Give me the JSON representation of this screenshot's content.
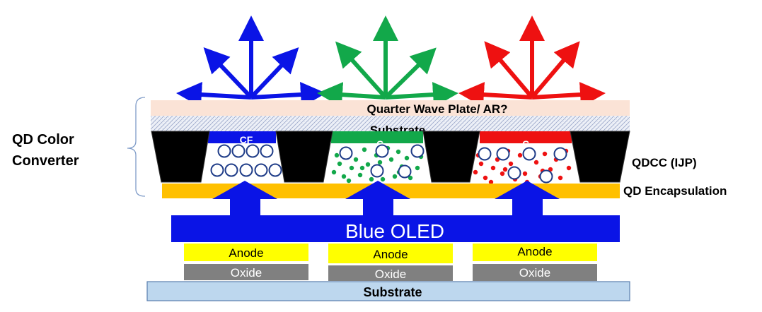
{
  "labels": {
    "qd_color_converter_line1": "QD Color",
    "qd_color_converter_line2": "Converter",
    "quarter_wave_plate": "Quarter Wave Plate/ AR?",
    "top_substrate": "Substrate",
    "qdcc": "QDCC (IJP)",
    "qd_encapsulation": "QD Encapsulation",
    "blue_oled": "Blue OLED",
    "bottom_substrate": "Substrate",
    "cf_left": "CF",
    "cf_middle": "C",
    "cf_right": "C"
  },
  "pixels": [
    {
      "anode": "Anode",
      "oxide": "Oxide",
      "emission": "blue"
    },
    {
      "anode": "Anode",
      "oxide": "Oxide",
      "emission": "green"
    },
    {
      "anode": "Anode",
      "oxide": "Oxide",
      "emission": "red"
    }
  ],
  "colors": {
    "blue": "#0a14e6",
    "green": "#12a84a",
    "red": "#ee1111",
    "quarter_wave_plate": "#fbe3d6",
    "encapsulation": "#ffc000",
    "anode": "#ffff00",
    "oxide": "#808080",
    "bottom_substrate": "#bdd7ee",
    "bank": "#000000"
  }
}
